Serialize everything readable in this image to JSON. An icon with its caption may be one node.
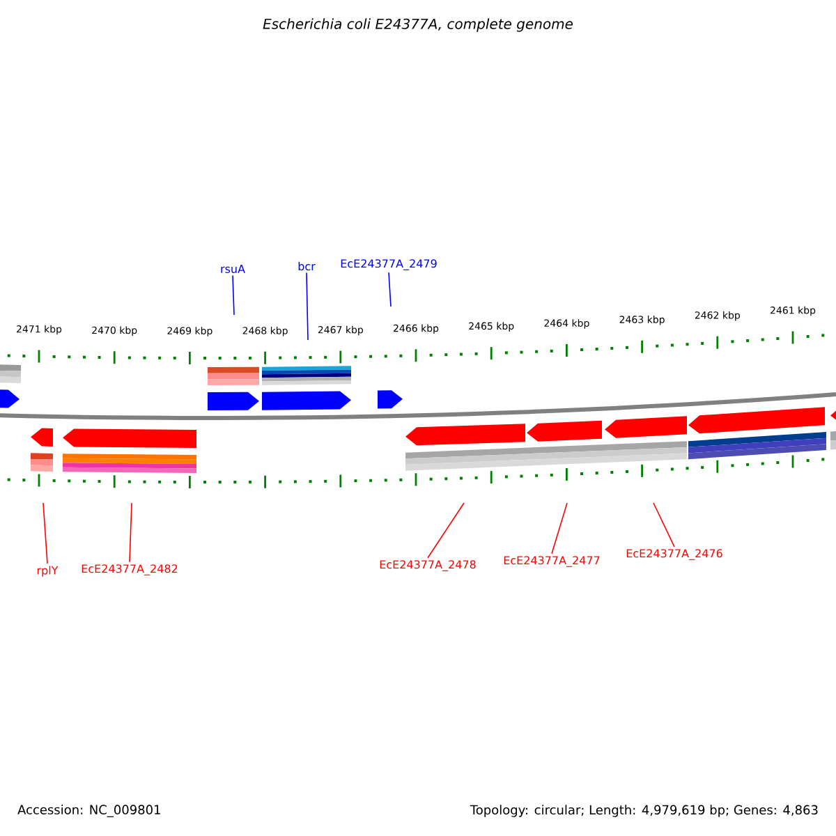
{
  "diagram": {
    "title": "Escherichia coli E24377A, complete genome",
    "nodes": [
      {
        "text": [
          "rsuA"
        ]
      },
      {
        "text": [
          "bcr"
        ]
      },
      {
        "text": [
          "EcE24377A_2479"
        ]
      },
      {
        "text": [
          "rplY"
        ]
      },
      {
        "text": [
          "EcE24377A_2482"
        ]
      },
      {
        "text": [
          "EcE24377A_2478"
        ]
      },
      {
        "text": [
          "EcE24377A_2477"
        ]
      },
      {
        "text": [
          "EcE24377A_2476"
        ]
      }
    ],
    "edges": [
      {
        "from": 0,
        "to": null,
        "arrow": "none",
        "color": "#0000ff"
      },
      {
        "from": 1,
        "to": null,
        "arrow": "none",
        "color": "#0000ff"
      },
      {
        "from": 2,
        "to": null,
        "arrow": "none",
        "color": "#0000ff"
      },
      {
        "from": 3,
        "to": null,
        "arrow": "none",
        "color": "#ff0000"
      },
      {
        "from": 4,
        "to": null,
        "arrow": "none",
        "color": "#ff0000"
      },
      {
        "from": 5,
        "to": null,
        "arrow": "none",
        "color": "#ff0000"
      },
      {
        "from": 6,
        "to": null,
        "arrow": "none",
        "color": "#ff0000"
      },
      {
        "from": 7,
        "to": null,
        "arrow": "none",
        "color": "#ff0000"
      }
    ],
    "labels": [
      "2471 kbp",
      "2470 kbp",
      "2469 kbp",
      "2468 kbp",
      "2467 kbp",
      "2466 kbp",
      "2465 kbp",
      "2464 kbp",
      "2463 kbp",
      "2462 kbp",
      "2461 kbp",
      "Accession: NC_009801",
      "Topology: circular; Length: 4,979,619 bp; Genes: 4,863"
    ]
  }
}
